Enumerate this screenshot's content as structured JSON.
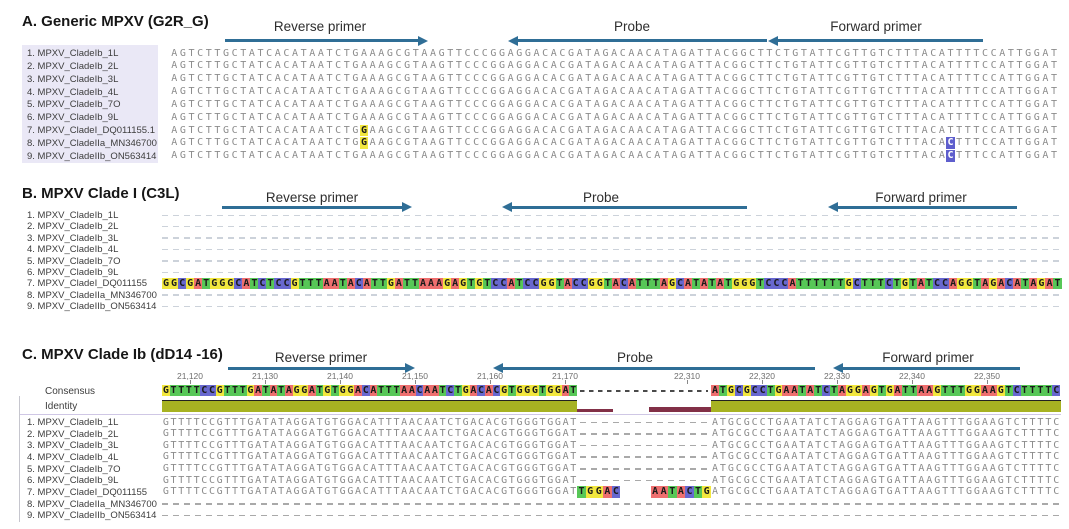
{
  "nucleotide_colors": {
    "A": "#ee6f6f",
    "C": "#6868cf",
    "G": "#f2e73e",
    "T": "#57c757"
  },
  "accent": {
    "arrow": "#2f6e96",
    "identity_bar": "#a7b222",
    "low_identity_bar": "#823047",
    "name_box_bg": "#eae8f6",
    "highlight_blue": "#5e5ecd",
    "highlight_yellow": "#f2e73e",
    "plain_seq_text": "#8c8c8c",
    "separator": "#cfc7e5",
    "left_rule": "#c6c6ce"
  },
  "panels": [
    {
      "id": "A",
      "title": "A. Generic MPXV (G2R_G)",
      "arrows": [
        {
          "label": "Reverse primer",
          "direction": "right"
        },
        {
          "label": "Probe",
          "direction": "left"
        },
        {
          "label": "Forward primer",
          "direction": "left"
        }
      ],
      "sequence": "AGTCTTGCTATCACATAATCTGAAAGCGTAAGTTCCCGGAGGACACGATAGACAACATAGATTACGGCTTCTGTATTCGTTGTCTTTACATTTTCCATTGGAT",
      "rows": [
        {
          "label": "1. MPXV_CladeIb_1L",
          "variants": []
        },
        {
          "label": "2. MPXV_CladeIb_2L",
          "variants": []
        },
        {
          "label": "3. MPXV_CladeIb_3L",
          "variants": []
        },
        {
          "label": "4. MPXV_CladeIb_4L",
          "variants": []
        },
        {
          "label": "5. MPXV_CladeIb_7O",
          "variants": []
        },
        {
          "label": "6. MPXV_CladeIb_9L",
          "variants": []
        },
        {
          "label": "7. MPXV_CladeI_DQ011155.1",
          "variants": [
            {
              "pos": 23,
              "base": "G",
              "style": "yellow"
            }
          ]
        },
        {
          "label": "8. MPXV_CladeIIa_MN346700",
          "variants": [
            {
              "pos": 23,
              "base": "G",
              "style": "yellow"
            },
            {
              "pos": 91,
              "base": "C",
              "style": "blue"
            }
          ]
        },
        {
          "label": "9. MPXV_CladeIIb_ON563414",
          "variants": [
            {
              "pos": 91,
              "base": "C",
              "style": "blue"
            }
          ]
        }
      ]
    },
    {
      "id": "B",
      "title": "B. MPXV Clade I (C3L)",
      "arrows": [
        {
          "label": "Reverse primer",
          "direction": "right"
        },
        {
          "label": "Probe",
          "direction": "left"
        },
        {
          "label": "Forward primer",
          "direction": "left"
        }
      ],
      "rows": [
        {
          "label": "1. MPXV_CladeIb_1L",
          "type": "gap"
        },
        {
          "label": "2. MPXV_CladeIb_2L",
          "type": "gap"
        },
        {
          "label": "3. MPXV_CladeIb_3L",
          "type": "gap"
        },
        {
          "label": "4. MPXV_CladeIb_4L",
          "type": "gap"
        },
        {
          "label": "5. MPXV_CladeIb_7O",
          "type": "gap"
        },
        {
          "label": "6. MPXV_CladeIb_9L",
          "type": "gap"
        },
        {
          "label": "7. MPXV_CladeI_DQ011155",
          "type": "colored",
          "sequence": "GGCGATGGGCATCTCCGTTTAATACATTGATTAAAGAGTGTCCATCCGGTACCGGTACATTTAGCATATATGGGTCCCATTTTTTGCTTTCTGTATCCAGGTAGACATAGAT"
        },
        {
          "label": "8. MPXV_CladeIIa_MN346700",
          "type": "gap"
        },
        {
          "label": "9. MPXV_CladeIIb_ON563414",
          "type": "gap"
        }
      ]
    },
    {
      "id": "C",
      "title": "C. MPXV Clade Ib (dD14 -16)",
      "arrows": [
        {
          "label": "Reverse primer",
          "direction": "right"
        },
        {
          "label": "Probe",
          "direction": "left"
        },
        {
          "label": "Forward primer",
          "direction": "left"
        }
      ],
      "ruler": {
        "left_labels": [
          "21,120",
          "21,130",
          "21,140",
          "21,150",
          "21,160",
          "21,170"
        ],
        "right_labels": [
          "22,310",
          "22,320",
          "22,330",
          "22,340",
          "22,350"
        ]
      },
      "consensus_label": "Consensus",
      "identity_label": "Identity",
      "consensus": {
        "left": "GTTTTCCGTTTGATATAGGATGTGGACATTTAACAATCTGACACGTGGGTGGAT",
        "right": "ATGCGCCTGAATATCTAGGAGTGATTAAGTTTGGAAGTCTTTTC"
      },
      "rows": [
        {
          "label": "1. MPXV_CladeIb_1L",
          "type": "both"
        },
        {
          "label": "2. MPXV_CladeIb_2L",
          "type": "both"
        },
        {
          "label": "3. MPXV_CladeIb_3L",
          "type": "both"
        },
        {
          "label": "4. MPXV_CladeIb_4L",
          "type": "both"
        },
        {
          "label": "5. MPXV_CladeIb_7O",
          "type": "both"
        },
        {
          "label": "6. MPXV_CladeIb_9L",
          "type": "both"
        },
        {
          "label": "7. MPXV_CladeI_DQ011155",
          "type": "both-ins",
          "ins_left": "TGGAC",
          "ins_right": "AATACTG"
        },
        {
          "label": "8. MPXV_CladeIIa_MN346700",
          "type": "gap"
        },
        {
          "label": "9. MPXV_CladeIIb_ON563414",
          "type": "gap"
        }
      ]
    }
  ]
}
